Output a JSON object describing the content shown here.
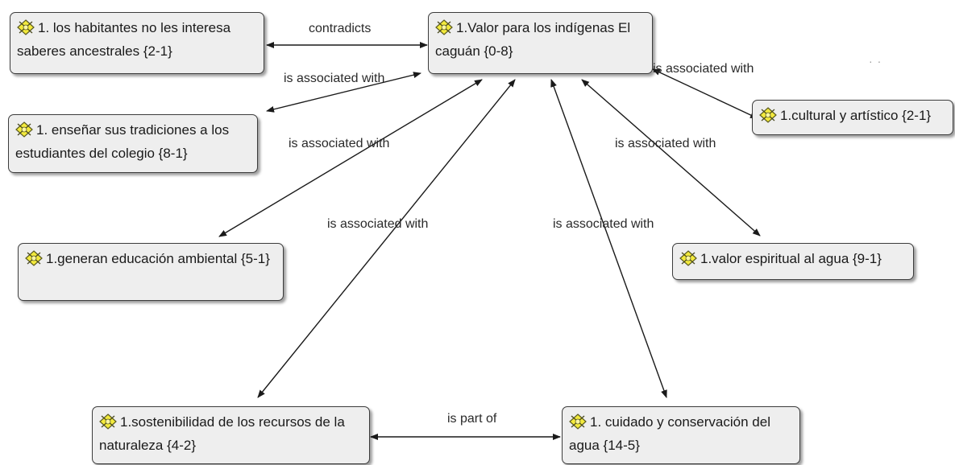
{
  "colors": {
    "node_fill": "#eeeeee",
    "node_border": "#3c3c3c",
    "edge": "#1a1a1a",
    "icon_fill": "#f3ea3c",
    "icon_border": "#5a5a20"
  },
  "icon": "code-quotation-icon",
  "nodes": {
    "central": "1.Valor para los indígenas El caguán {0-8}",
    "habitantes": "1. los habitantes no les interesa saberes ancestrales {2-1}",
    "ensenar": "1. enseñar sus tradiciones a los estudiantes del colegio {8-1}",
    "educacion": "1.generan educación ambiental {5-1}",
    "sostenibilidad": "1.sostenibilidad de los recursos de la naturaleza {4-2}",
    "cuidado": "1. cuidado y conservación del agua {14-5}",
    "cultural": "1.cultural y artístico {2-1}",
    "espiritual": "1.valor espiritual al agua {9-1}"
  },
  "edges": {
    "contradicts": "contradicts",
    "assoc_ensenar": "is associated with",
    "assoc_cultural": "is associated with",
    "assoc_educacion": "is associated with",
    "assoc_sostenibilidad": "is associated with",
    "assoc_cuidado": "is associated with",
    "assoc_espiritual": "is associated with",
    "part_of": "is part of"
  }
}
